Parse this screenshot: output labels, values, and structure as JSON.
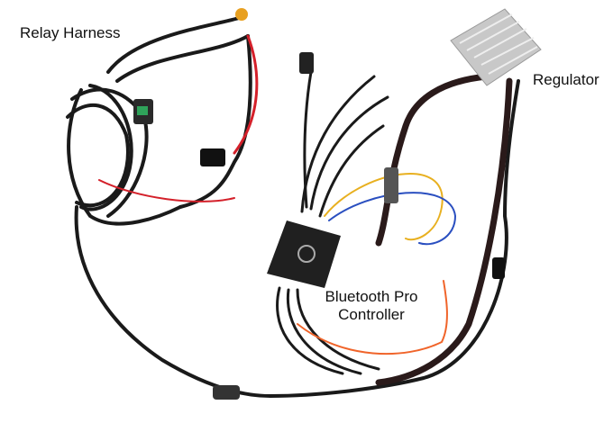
{
  "labels": {
    "relay_harness": "Relay Harness",
    "regulator": "Regulator",
    "bluetooth_line1": "Bluetooth Pro",
    "bluetooth_line2": "Controller"
  },
  "colors": {
    "wire": "#1a1a1a",
    "red_wire": "#d4202a",
    "orange_wire": "#f0642a",
    "yellow_wire": "#e8b020",
    "blue_wire": "#2a4fc0",
    "regulator": "#c8c8c8",
    "controller": "#202020"
  }
}
